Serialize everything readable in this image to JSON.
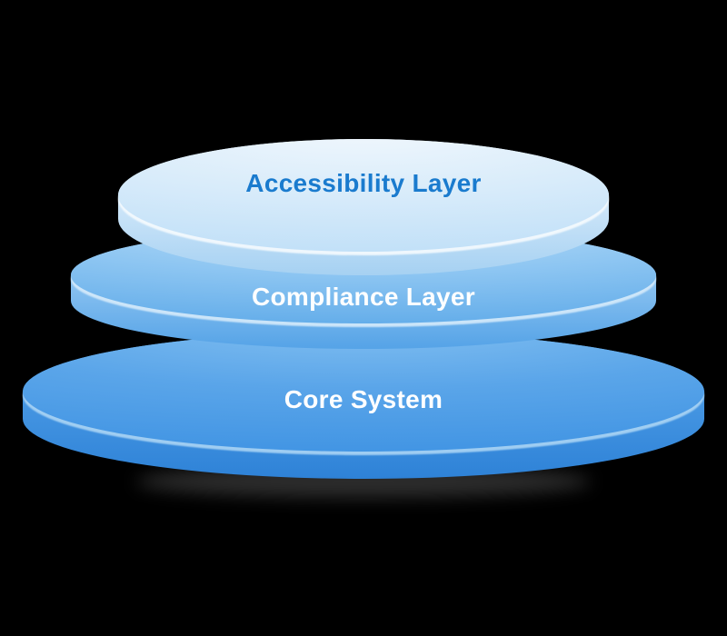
{
  "diagram": {
    "type": "stacked-disc-diagram",
    "background_color": "#000000",
    "shadow_color": "rgba(125,125,125,0.35)",
    "layers": [
      {
        "id": "accessibility",
        "position": "top",
        "label": "Accessibility Layer",
        "label_color": "#1a7bce",
        "colors": {
          "surface_top": "#f0f7fd",
          "surface_mid": "#d9ecfa",
          "surface_bottom": "#bfdff8",
          "side_top": "#dcedfb",
          "side_bottom": "#a6d1f2",
          "edge": "#f6fbfe"
        }
      },
      {
        "id": "compliance",
        "position": "middle",
        "label": "Compliance Layer",
        "label_color": "#ffffff",
        "colors": {
          "surface_top": "#bcdef8",
          "surface_mid": "#8ec6f2",
          "surface_bottom": "#60abe9",
          "side_top": "#9acbf3",
          "side_bottom": "#55a3e7",
          "edge": "#d6ebfb"
        }
      },
      {
        "id": "core",
        "position": "bottom",
        "label": "Core System",
        "label_color": "#ffffff",
        "colors": {
          "surface_top": "#83c0f1",
          "surface_mid": "#5aa5e9",
          "surface_bottom": "#3f93e3",
          "side_top": "#4e9de6",
          "side_bottom": "#2e82d7",
          "edge": "#abd5f5"
        }
      }
    ]
  }
}
